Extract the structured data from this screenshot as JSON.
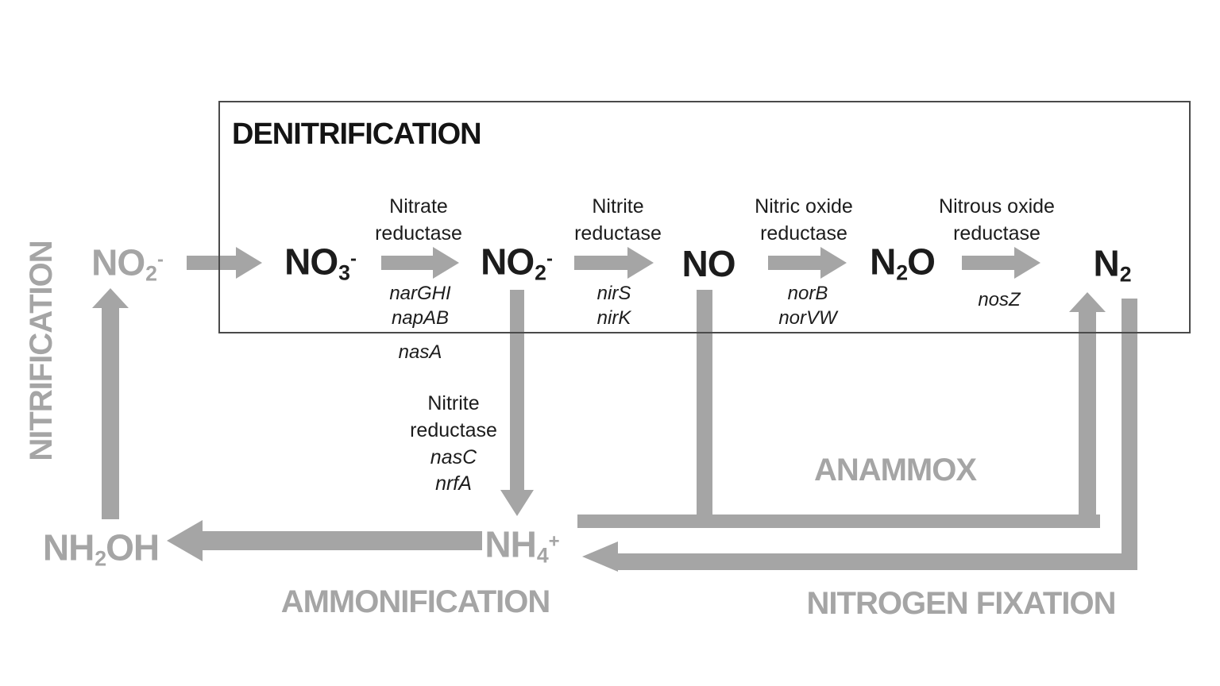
{
  "colors": {
    "background": "#ffffff",
    "gray": "#a5a5a5",
    "black": "#1c1c1c",
    "box_border": "#4a4a4a"
  },
  "box": {
    "title": "DENITRIFICATION"
  },
  "enzymes": {
    "nitrate": {
      "line1": "Nitrate",
      "line2": "reductase"
    },
    "nitrite": {
      "line1": "Nitrite",
      "line2": "reductase"
    },
    "nitric_oxide": {
      "line1": "Nitric oxide",
      "line2": "reductase"
    },
    "nitrous_oxide": {
      "line1": "Nitrous oxide",
      "line2": "reductase"
    },
    "dnra": {
      "line1": "Nitrite",
      "line2": "reductase"
    }
  },
  "genes": {
    "nitrate": [
      "narGHI",
      "napAB"
    ],
    "nitrate_assimilatory": "nasA",
    "nitrite": [
      "nirS",
      "nirK"
    ],
    "nitric_oxide": [
      "norB",
      "norVW"
    ],
    "nitrous_oxide": "nosZ",
    "dnra": [
      "nasC",
      "nrfA"
    ]
  },
  "molecules": {
    "no2_left": {
      "b1": "NO",
      "sub1": "2",
      "sup": "-"
    },
    "no3": {
      "b1": "NO",
      "sub1": "3",
      "sup": "-"
    },
    "no2": {
      "b1": "NO",
      "sub1": "2",
      "sup": "-"
    },
    "no": {
      "b1": "NO"
    },
    "n2o": {
      "b1": "N",
      "sub1": "2",
      "b2": "O"
    },
    "n2": {
      "b1": "N",
      "sub1": "2"
    },
    "nh2oh": {
      "b1": "NH",
      "sub1": "2",
      "b2": "OH"
    },
    "nh4": {
      "b1": "NH",
      "sub1": "4",
      "sup": "+"
    }
  },
  "pathways": {
    "nitrification": "NITRIFICATION",
    "ammonification": "AMMONIFICATION",
    "anammox": "ANAMMOX",
    "nitrogen_fixation": "NITROGEN FIXATION"
  }
}
